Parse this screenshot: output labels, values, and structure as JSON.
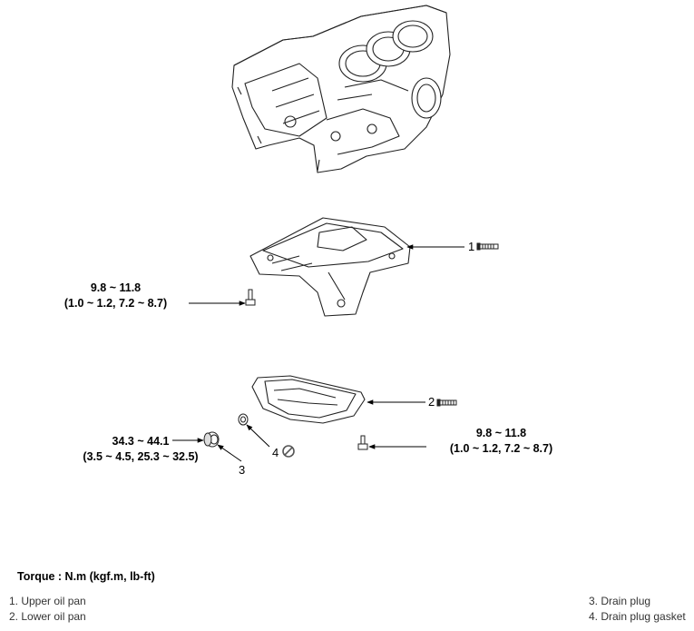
{
  "torque_specs": {
    "upper_bolt": {
      "nm": "9.8 ~ 11.8",
      "alt": "(1.0 ~ 1.2, 7.2 ~ 8.7)"
    },
    "drain_plug": {
      "nm": "34.3 ~ 44.1",
      "alt": "(3.5 ~ 4.5, 25.3 ~ 32.5)"
    },
    "lower_bolt": {
      "nm": "9.8 ~ 11.8",
      "alt": "(1.0 ~ 1.2, 7.2 ~ 8.7)"
    }
  },
  "callouts": {
    "c1": "1",
    "c2": "2",
    "c3": "3",
    "c4": "4"
  },
  "torque_note": "Torque : N.m (kgf.m, lb-ft)",
  "legend": {
    "item1": "1. Upper oil pan",
    "item2": "2. Lower oil pan",
    "item3": "3. Drain plug",
    "item4": "4. Drain plug gasket"
  }
}
